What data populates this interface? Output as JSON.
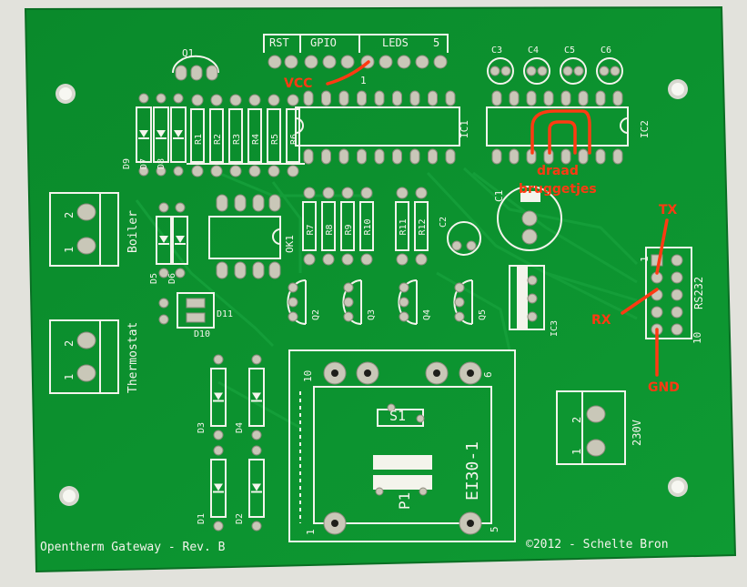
{
  "board": {
    "title": "Opentherm Gateway - Rev. B",
    "copyright": "©2012 - Schelte Bron",
    "colors": {
      "pcb": "#0c8f2e",
      "silkscreen": "#f4f4ec",
      "annotation": "#ff3a12"
    }
  },
  "header_labels": {
    "rst": "RST",
    "gpio": "GPIO",
    "leds": "LEDS",
    "five": "5",
    "one": "1"
  },
  "components": {
    "q1": "Q1",
    "resistors_top": [
      "R1",
      "R2",
      "R3",
      "R4",
      "R5",
      "R6"
    ],
    "diodes_top": [
      "D9",
      "D7",
      "D8"
    ],
    "ic1": "IC1",
    "ic2": "IC2",
    "ic3": "IC3",
    "caps_top": [
      "C3",
      "C4",
      "C5",
      "C6"
    ],
    "c1": "C1",
    "c2": "C2",
    "ok1": "OK1",
    "resistors_mid": [
      "R7",
      "R8",
      "R9",
      "R10"
    ],
    "resistors_mid2": [
      "R11",
      "R12"
    ],
    "transistors": [
      "Q2",
      "Q3",
      "Q4",
      "Q5"
    ],
    "diodes_mid": [
      "D5",
      "D6",
      "D11",
      "D10"
    ],
    "diodes_bottom": [
      "D3",
      "D4",
      "D1",
      "D2"
    ],
    "transformer": "EI30-1",
    "s1": "S1",
    "p1": "P1",
    "tr_pins": {
      "p10": "10",
      "p6": "6",
      "p1": "1",
      "p5": "5"
    },
    "boiler": "Boiler",
    "thermostat": "Thermostat",
    "v230": "230V",
    "rs232": "RS232",
    "rs232_one": "1",
    "rs232_ten": "10",
    "terminal_one": "1",
    "terminal_two": "2"
  },
  "annotations": {
    "vcc": "VCC",
    "draad": "draad",
    "bruggetjes": "bruggetjes",
    "tx": "TX",
    "rx": "RX",
    "gnd": "GND"
  }
}
